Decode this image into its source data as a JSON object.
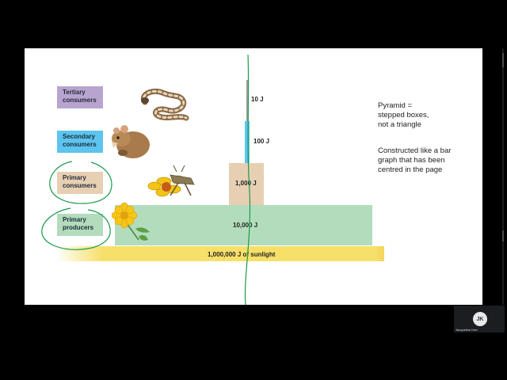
{
  "slide": {
    "trophic_labels": [
      {
        "text": "Tertiary consumers",
        "color": "#b9a4cf"
      },
      {
        "text": "Secondary consumers",
        "color": "#5cc4ee"
      },
      {
        "text": "Primary consumers",
        "color": "#e7cfb3"
      },
      {
        "text": "Primary producers",
        "color": "#b3dcbd"
      }
    ],
    "energy_levels": [
      "10 J",
      "100 J",
      "1,000 J",
      "10,000 J",
      "1,000,000 J of sunlight"
    ],
    "notes": {
      "line1": "Pyramid =",
      "line2": "stepped boxes,",
      "line3": "not a triangle",
      "line4": "Constructed like a bar",
      "line5": "graph that has been",
      "line6": "centred in the page"
    },
    "colors": {
      "tertiary_bar": "#9e9e9e",
      "secondary_bar": "#5cc4ee",
      "primary_consumer_box": "#e7cfb3",
      "producer_box": "#b3dcbd",
      "sunlight_bar": "#f7e06a",
      "annotation_ink": "#1a9a4a"
    }
  },
  "participant": {
    "initials": "JK",
    "name": "Jacqueline Kerr"
  }
}
